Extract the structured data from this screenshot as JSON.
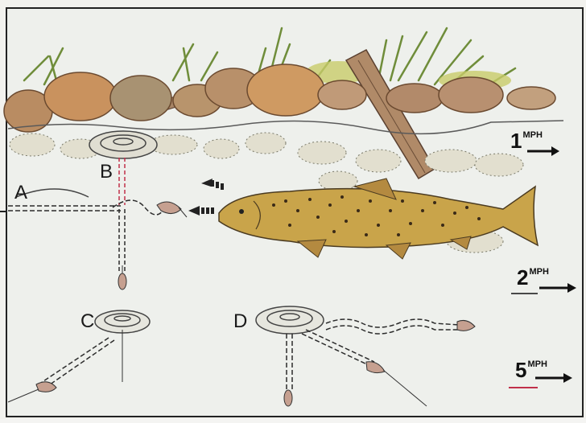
{
  "diagram": {
    "point_labels": {
      "a": "A",
      "b": "B",
      "c": "C",
      "d": "D"
    },
    "speeds": [
      {
        "value": "1",
        "unit": "MPH"
      },
      {
        "value": "2",
        "unit": "MPH"
      },
      {
        "value": "5",
        "unit": "MPH"
      }
    ],
    "colors": {
      "water": "#eef0ec",
      "bank_stones": "#c9a27a",
      "grass": "#6f8d3a",
      "trout_body": "#c9a44a",
      "trout_spots": "#3a2a18",
      "path_dash": "#2b2b2b",
      "accent_red": "#c0304a"
    }
  }
}
